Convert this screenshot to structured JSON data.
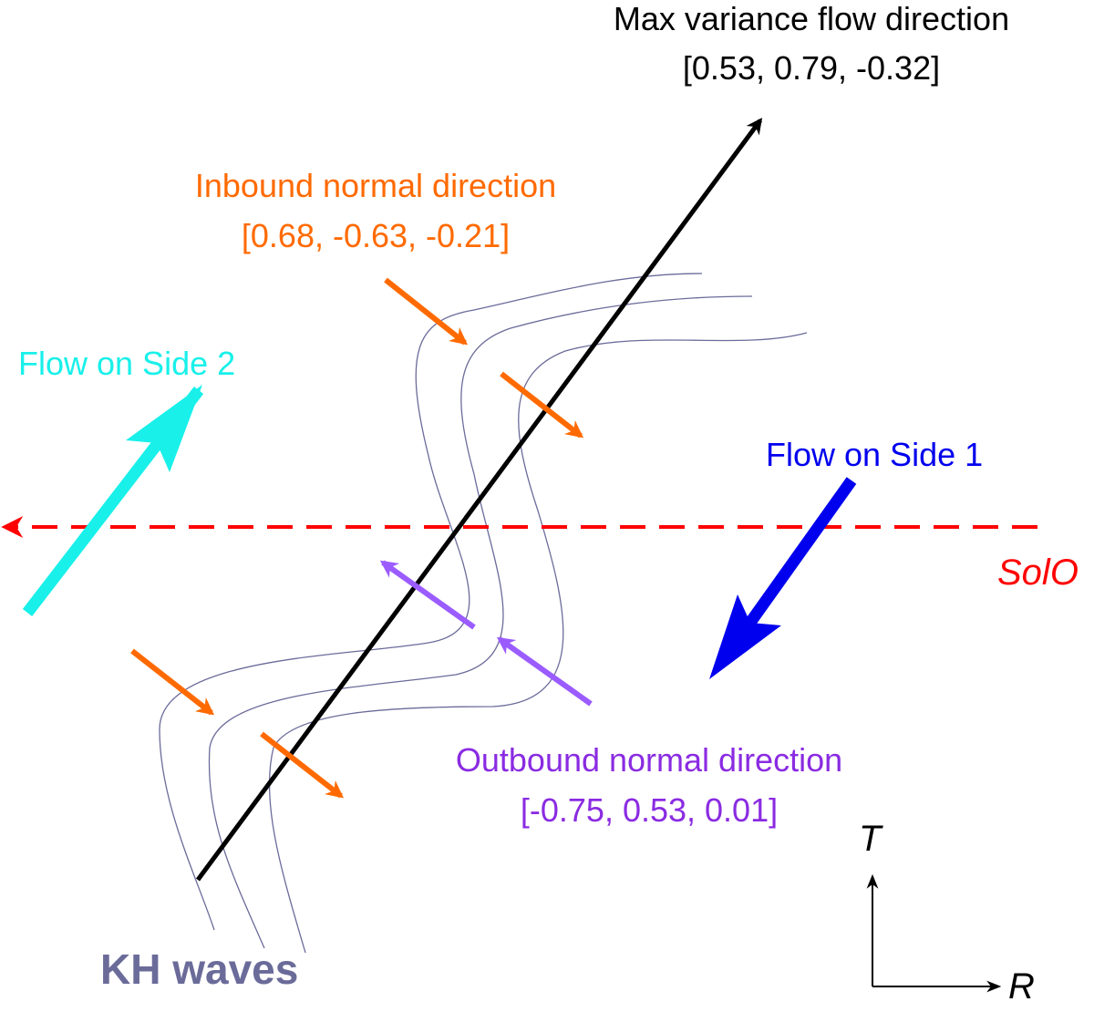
{
  "colors": {
    "max_variance": "#000000",
    "inbound": "#ff6a00",
    "outbound": "#9b5cff",
    "outbound_text": "#8a2be2",
    "side2": "#19f0ea",
    "side1": "#0000ee",
    "solo": "#ff0000",
    "kh_waves": "#6b6b9a"
  },
  "labels": {
    "max_variance_title": "Max variance flow direction",
    "max_variance_vector": "[0.53, 0.79, -0.32]",
    "inbound_title": "Inbound normal direction",
    "inbound_vector": "[0.68, -0.63, -0.21]",
    "flow_side2": "Flow on Side 2",
    "flow_side1": "Flow on Side 1",
    "solo": "SolO",
    "outbound_title": "Outbound normal direction",
    "outbound_vector": "[-0.75, 0.53, 0.01]",
    "kh_waves": "KH waves",
    "axis_t": "T",
    "axis_r": "R"
  }
}
